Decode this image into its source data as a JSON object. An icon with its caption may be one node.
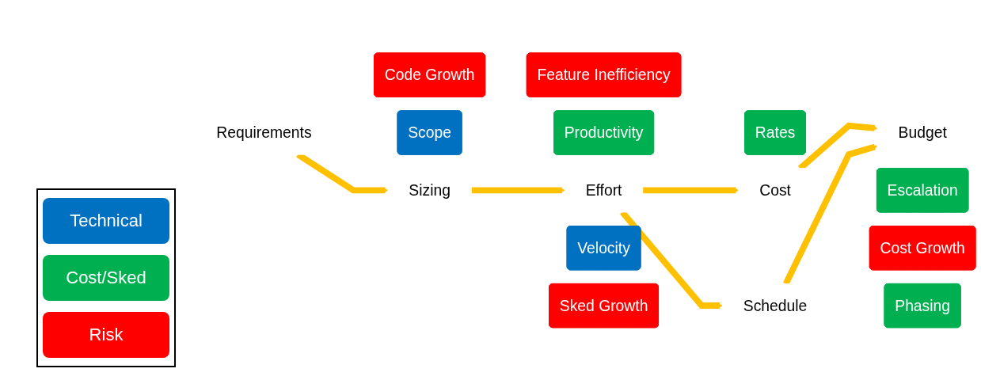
{
  "diagram": {
    "nodes": [
      {
        "text": [
          "Code Growth"
        ]
      },
      {
        "text": [
          "Feature Inefficiency"
        ]
      },
      {
        "text": [
          "Scope"
        ]
      },
      {
        "text": [
          "Productivity"
        ]
      },
      {
        "text": [
          "Rates"
        ]
      },
      {
        "text": [
          "Requirements"
        ]
      },
      {
        "text": [
          "Sizing"
        ]
      },
      {
        "text": [
          "Effort"
        ]
      },
      {
        "text": [
          "Cost"
        ]
      },
      {
        "text": [
          "Velocity"
        ]
      },
      {
        "text": [
          "Escalation"
        ]
      },
      {
        "text": [
          "Sked Growth"
        ]
      },
      {
        "text": [
          "Cost Growth"
        ]
      },
      {
        "text": [
          "Schedule"
        ]
      },
      {
        "text": [
          "Budget"
        ]
      },
      {
        "text": [
          "Phasing"
        ]
      }
    ],
    "edges": [
      {
        "from": 5,
        "to": 6,
        "arrow": "to"
      },
      {
        "from": 6,
        "to": 7,
        "arrow": "to"
      },
      {
        "from": 7,
        "to": 8,
        "arrow": "to"
      },
      {
        "from": 7,
        "to": 13,
        "arrow": "to"
      },
      {
        "from": 8,
        "to": 14,
        "arrow": "to"
      },
      {
        "from": 13,
        "to": 14,
        "arrow": "to"
      }
    ],
    "legend": [
      {
        "text": "Technical",
        "color": "#0070c0"
      },
      {
        "text": "Cost/Sked",
        "color": "#00b050"
      },
      {
        "text": "Risk",
        "color": "#ff0000"
      }
    ]
  }
}
